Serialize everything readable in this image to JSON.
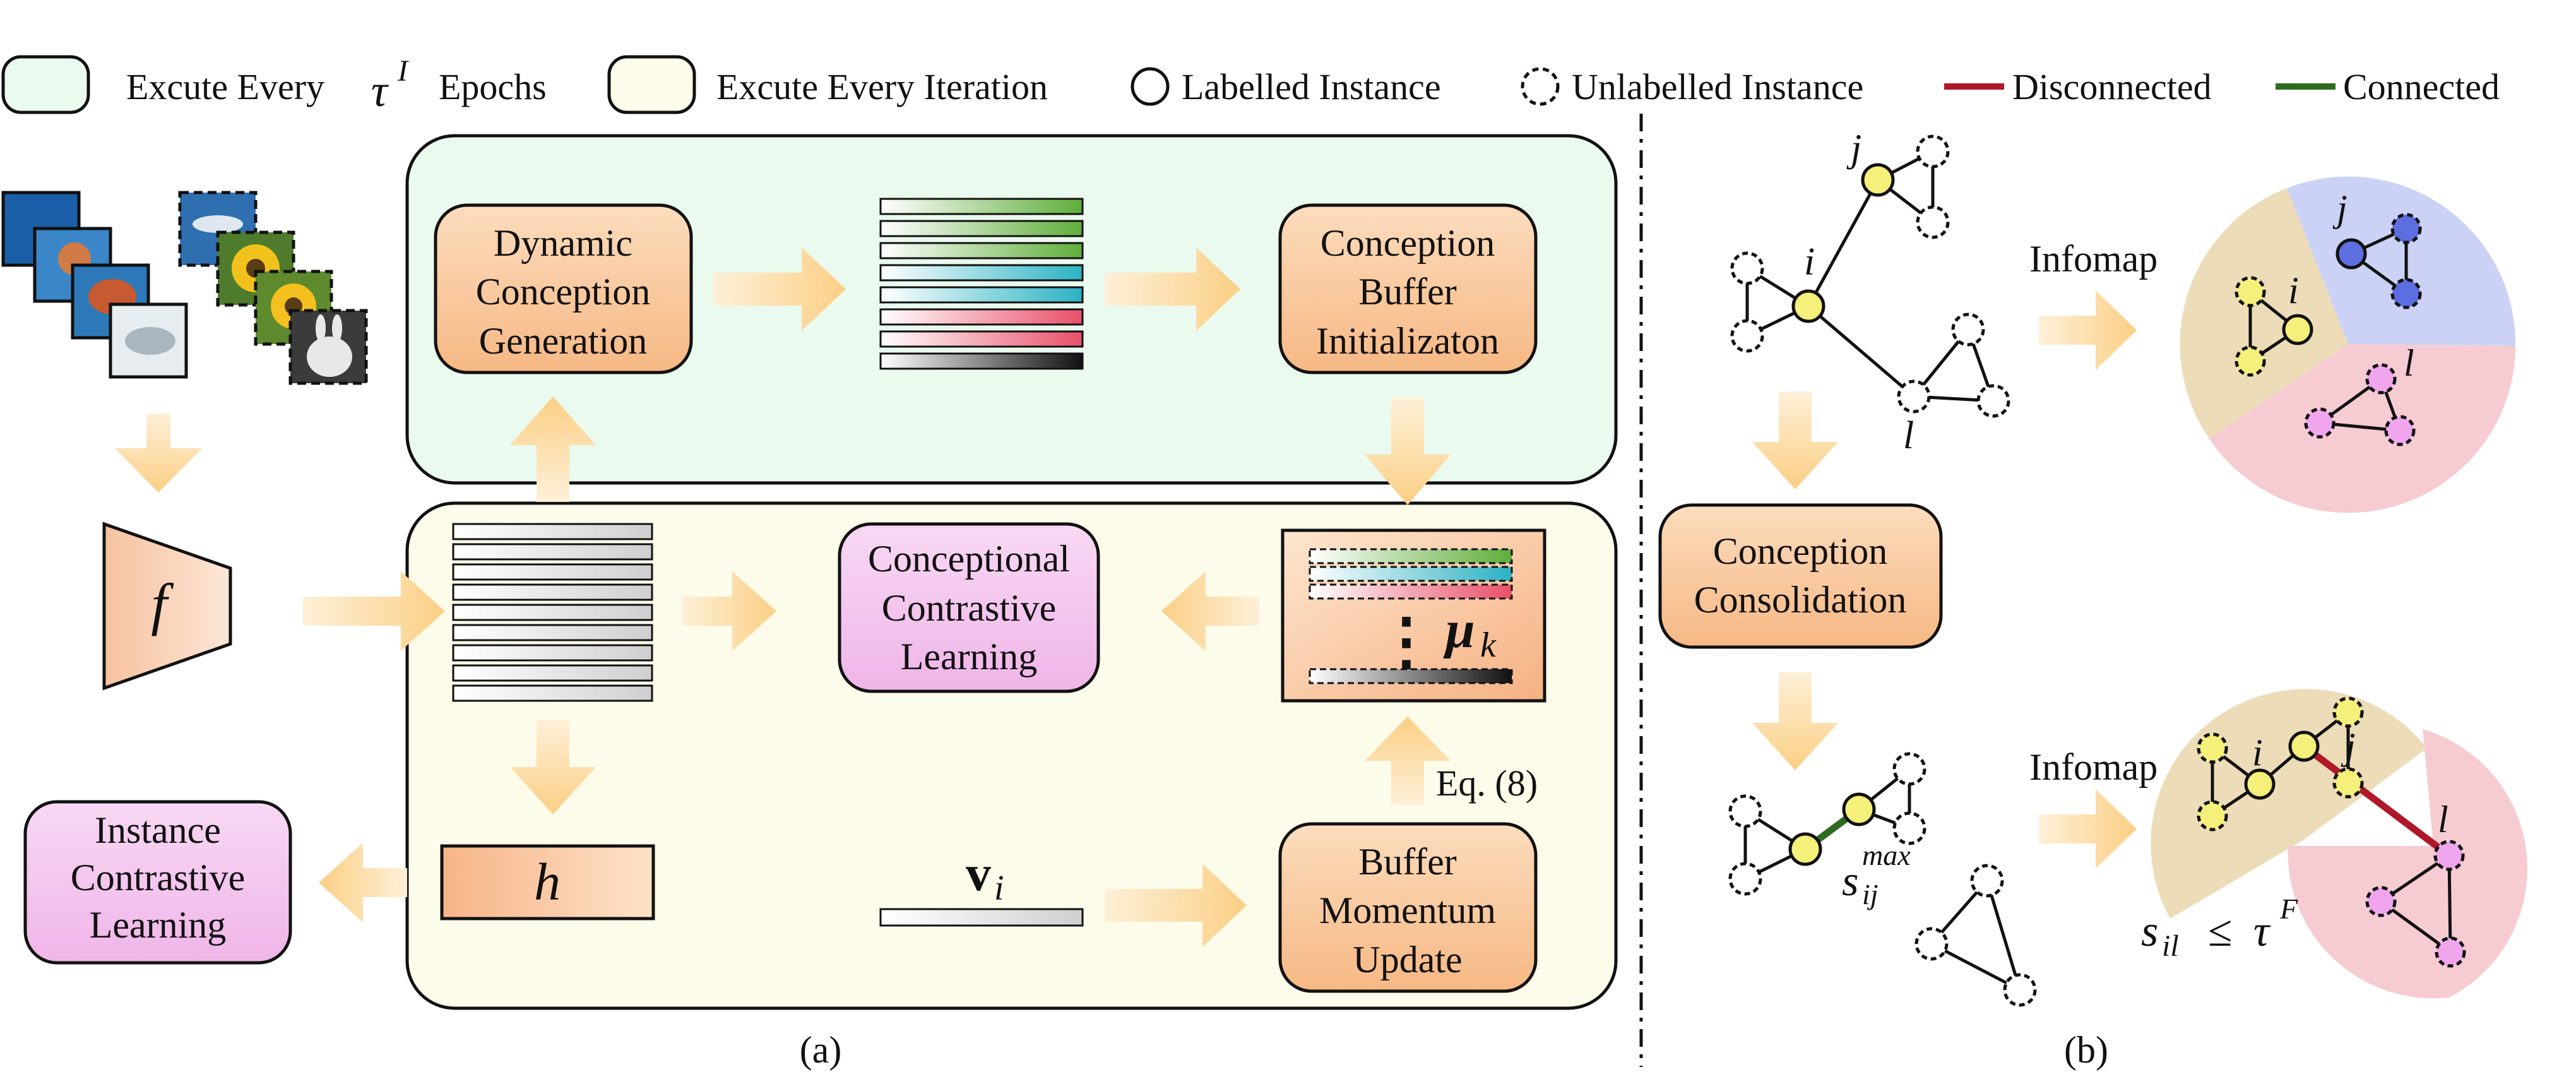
{
  "legend": {
    "green_box": "Excute Every",
    "green_box_symbol": "τ",
    "green_box_sup": "I",
    "green_box_suffix": "Epochs",
    "yellow_box": "Excute Every Iteration",
    "labelled": "Labelled Instance",
    "unlabelled": "Unlabelled Instance",
    "disconnected": "Disconnected",
    "connected": "Connected"
  },
  "panel_a": {
    "caption": "(a)",
    "encoder": "f",
    "feature": "h",
    "vector": "v",
    "vector_sub": "i",
    "mu": "μ",
    "mu_sub": "k",
    "dots": "⋮",
    "eq": "Eq. (8)",
    "dynamic_generation": [
      "Dynamic",
      "Conception",
      "Generation"
    ],
    "buffer_init": [
      "Conception",
      "Buffer",
      "Initializaton"
    ],
    "conceptional_contrastive": [
      "Conceptional",
      "Contrastive",
      "Learning"
    ],
    "instance_contrastive": [
      "Instance",
      "Contrastive",
      "Learning"
    ],
    "buffer_update": [
      "Buffer",
      "Momentum",
      "Update"
    ]
  },
  "panel_b": {
    "caption": "(b)",
    "infomap_top": "Infomap",
    "infomap_bottom": "Infomap",
    "consolidation": [
      "Conception",
      "Consolidation"
    ],
    "node_i": "i",
    "node_j": "j",
    "node_l": "l",
    "s_max": "s",
    "s_max_sup": "max",
    "s_max_sub": "ij",
    "s_il": "s",
    "s_il_sub": "il",
    "leq": "≤",
    "tau": "τ",
    "tau_sup": "F"
  },
  "colors": {
    "green_region": "#eafaee",
    "yellow_region": "#fdfcea",
    "orange_box": "#f9c9a0",
    "pink_box": "#f3c6ee",
    "arrow": "#fbd38e",
    "node_yellow": "#f5f07a",
    "node_blue": "#5d6fe0",
    "node_pink": "#f0a6ec",
    "connected": "#2e6b1f",
    "disconnected": "#b0182a"
  }
}
